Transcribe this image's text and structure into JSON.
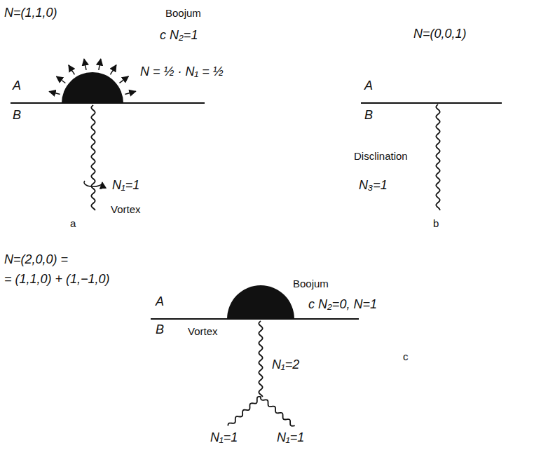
{
  "diagram": {
    "labels": [
      "N=(1,1,0)",
      "Boojum",
      "c N₂=1",
      "N = ½ · N₁ = ½",
      "A",
      "B",
      "N₁=1",
      "Vortex",
      "a",
      "N=(0,0,1)",
      "A",
      "B",
      "Disclination",
      "N₃=1",
      "b",
      "N=(2,0,0) =",
      "= (1,1,0) + (1,−1,0)",
      "Boojum",
      "c N₂=0, N=1",
      "A",
      "B",
      "Vortex",
      "N₁=2",
      "N₁=1",
      "N₁=1",
      "c"
    ]
  }
}
